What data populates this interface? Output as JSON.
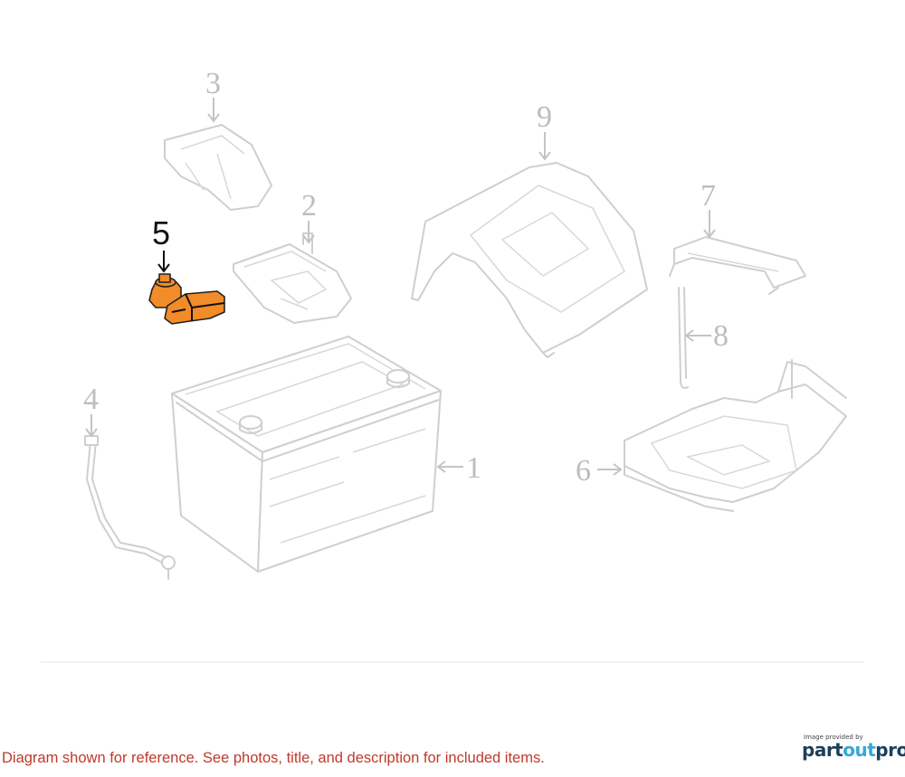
{
  "callouts": [
    {
      "id": "1",
      "label": "1"
    },
    {
      "id": "2",
      "label": "2"
    },
    {
      "id": "3",
      "label": "3"
    },
    {
      "id": "4",
      "label": "4"
    },
    {
      "id": "5",
      "label": "5"
    },
    {
      "id": "6",
      "label": "6"
    },
    {
      "id": "7",
      "label": "7"
    },
    {
      "id": "8",
      "label": "8"
    },
    {
      "id": "9",
      "label": "9"
    }
  ],
  "highlighted_callout": "5",
  "highlight_color": "#f28c28",
  "disclaimer": "Diagram shown for reference. See photos, title, and description for included items.",
  "disclaimer_color": "#c0392b",
  "brand": {
    "credit": "Image provided by",
    "logo_part1": "part",
    "logo_part2": "out",
    "logo_part3": "pro"
  }
}
